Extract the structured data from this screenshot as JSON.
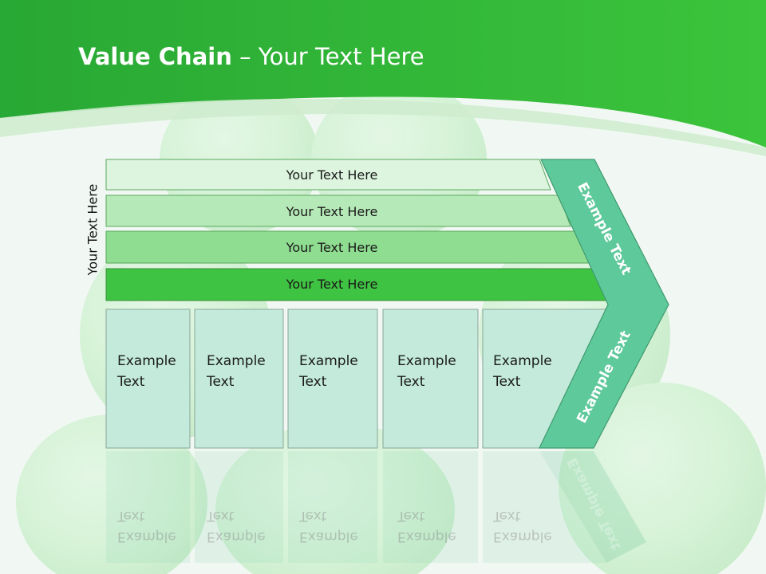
{
  "title": {
    "bold": "Value Chain",
    "rest": " – Your Text Here"
  },
  "side_label": "Your Text Here",
  "bars": [
    "Your Text Here",
    "Your Text Here",
    "Your Text Here",
    "Your Text Here"
  ],
  "boxes": [
    {
      "line1": "Example",
      "line2": "Text"
    },
    {
      "line1": "Example",
      "line2": "Text"
    },
    {
      "line1": "Example",
      "line2": "Text"
    },
    {
      "line1": "Example",
      "line2": "Text"
    },
    {
      "line1": "Example",
      "line2": "Text"
    }
  ],
  "arrow": {
    "upper": "Example Text",
    "lower": "Example Text"
  },
  "colors": {
    "header_green": "#2fb23a",
    "bar1": "#ddf5df",
    "bar2": "#b6e9b8",
    "bar3": "#8fdd91",
    "bar4": "#3fc342",
    "box_fill": "#c3eadb",
    "arrow_fill": "#5ec99a"
  }
}
